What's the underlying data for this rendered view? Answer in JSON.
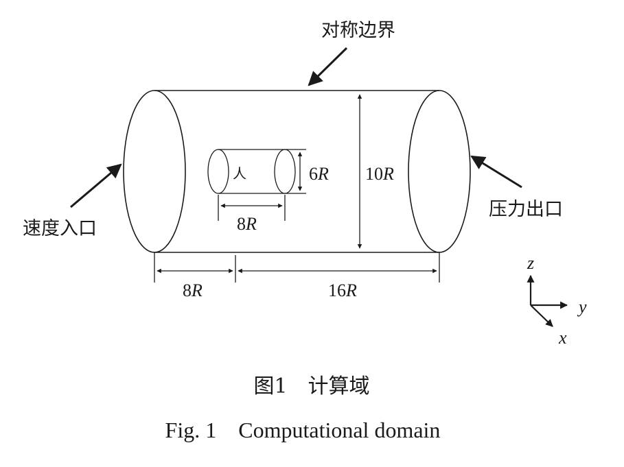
{
  "labels": {
    "symmetry_boundary": "对称边界",
    "velocity_inlet": "速度入口",
    "pressure_outlet": "压力出口",
    "person_glyph": "人"
  },
  "dimensions": {
    "small_diameter": "6R",
    "small_length": "8R",
    "domain_diameter": "10R",
    "upstream_length": "8R",
    "downstream_length": "16R"
  },
  "axes": {
    "z": "z",
    "y": "y",
    "x": "x"
  },
  "caption": {
    "cn": "图1　计算域",
    "en": "Fig. 1　Computational domain"
  }
}
